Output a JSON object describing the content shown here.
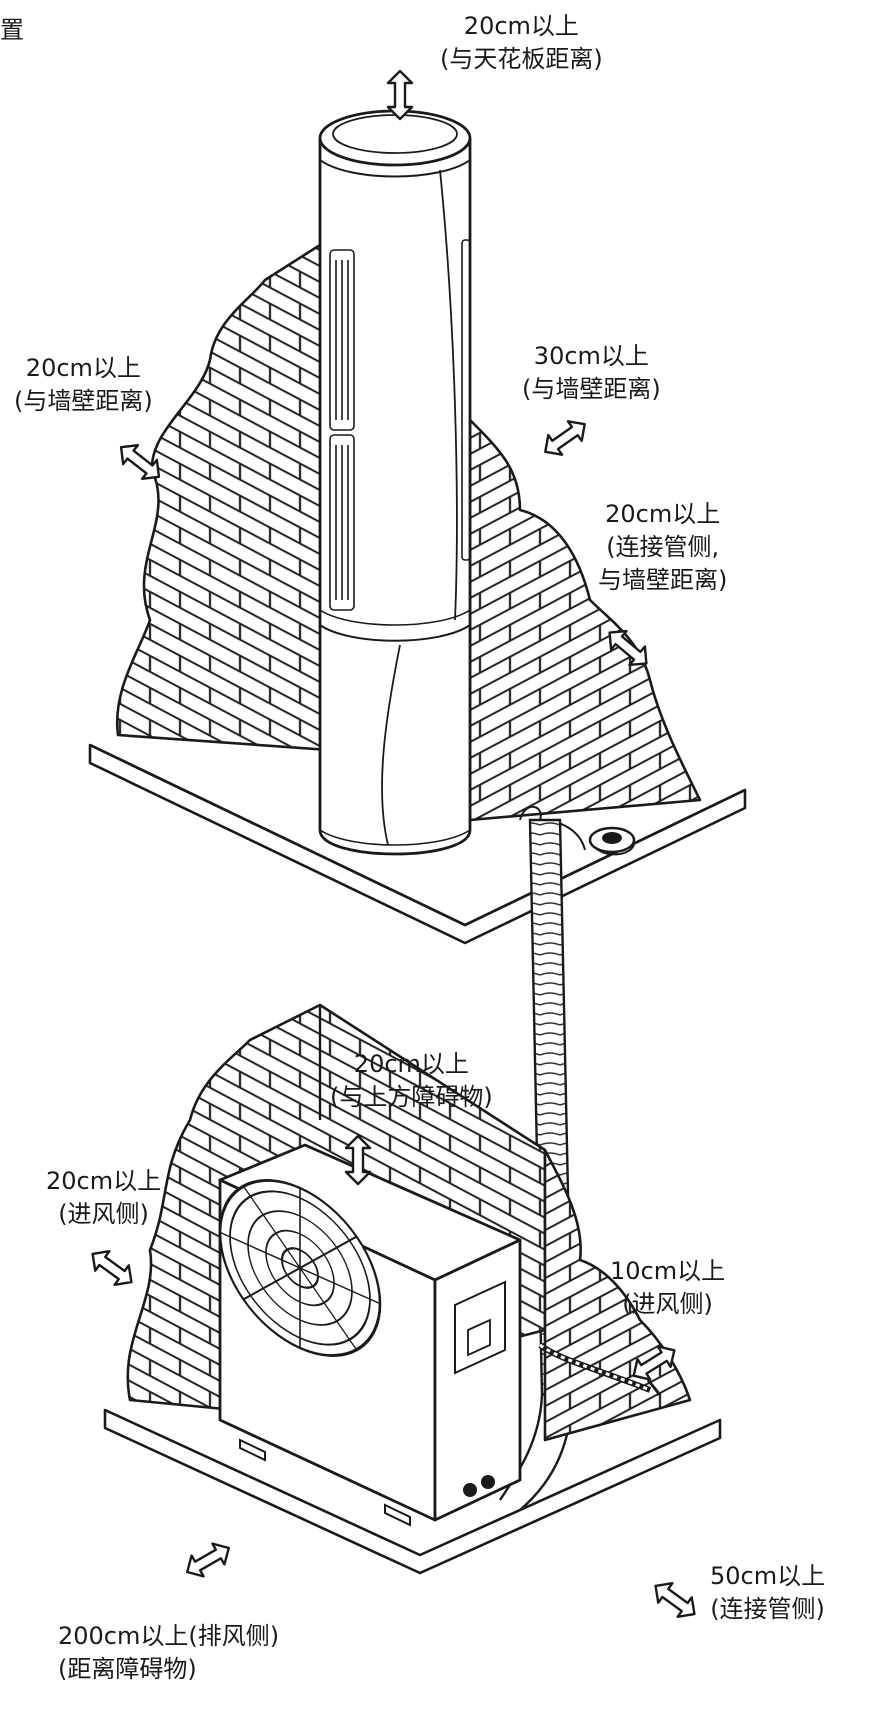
{
  "corner_char": "置",
  "labels": {
    "ceiling": {
      "line1": "20cm以上",
      "line2": "(与天花板距离)"
    },
    "left_wall": {
      "line1": "20cm以上",
      "line2": "(与墙壁距离)"
    },
    "back_wall": {
      "line1": "30cm以上",
      "line2": "(与墙壁距离)"
    },
    "pipe_side_wall": {
      "line1": "20cm以上",
      "line2": "(连接管侧,",
      "line3": "与墙壁距离)"
    },
    "outdoor_top": {
      "line1": "20cm以上",
      "line2": "(与上方障碍物)"
    },
    "outdoor_intake_left": {
      "line1": "20cm以上",
      "line2": "(进风侧)"
    },
    "outdoor_intake_right": {
      "line1": "10cm以上",
      "line2": "(进风侧)"
    },
    "outdoor_exhaust": {
      "line1": "200cm以上(排风侧)",
      "line2": "(距离障碍物)"
    },
    "outdoor_pipe_side": {
      "line1": "50cm以上",
      "line2": "(连接管侧)"
    }
  },
  "icons": {
    "brick_wall": "brick-wall-icon",
    "indoor_unit": "floor-standing-ac-icon",
    "outdoor_unit": "outdoor-ac-unit-icon",
    "fan": "fan-icon",
    "pipe": "refrigerant-pipe-icon",
    "arrow": "double-arrow-icon"
  }
}
